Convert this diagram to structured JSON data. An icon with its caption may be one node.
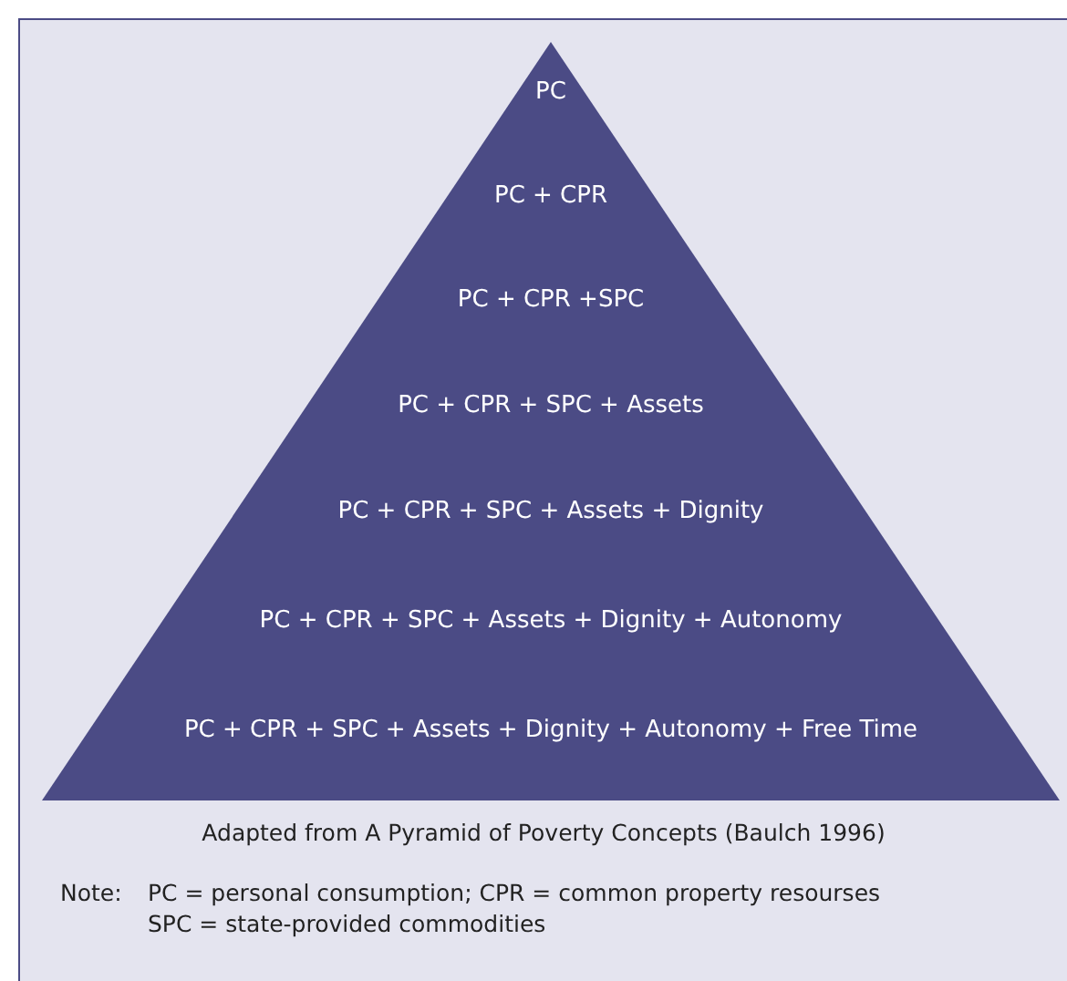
{
  "diagram": {
    "caption": "Adapted from A Pyramid of Poverty Concepts (Baulch 1996)",
    "nodes": [
      {
        "text": [
          "PC",
          "PC + CPR",
          "PC + CPR +SPC",
          "PC + CPR + SPC + Assets",
          "PC + CPR + SPC + Assets + Dignity",
          "PC + CPR + SPC + Assets + Dignity + Autonomy",
          "PC + CPR + SPC + Assets + Dignity + Autonomy + Free Time"
        ]
      }
    ],
    "labels": [
      "Note:",
      "PC = personal consumption; CPR = common property resourses",
      "SPC = state-provided commodities"
    ]
  }
}
